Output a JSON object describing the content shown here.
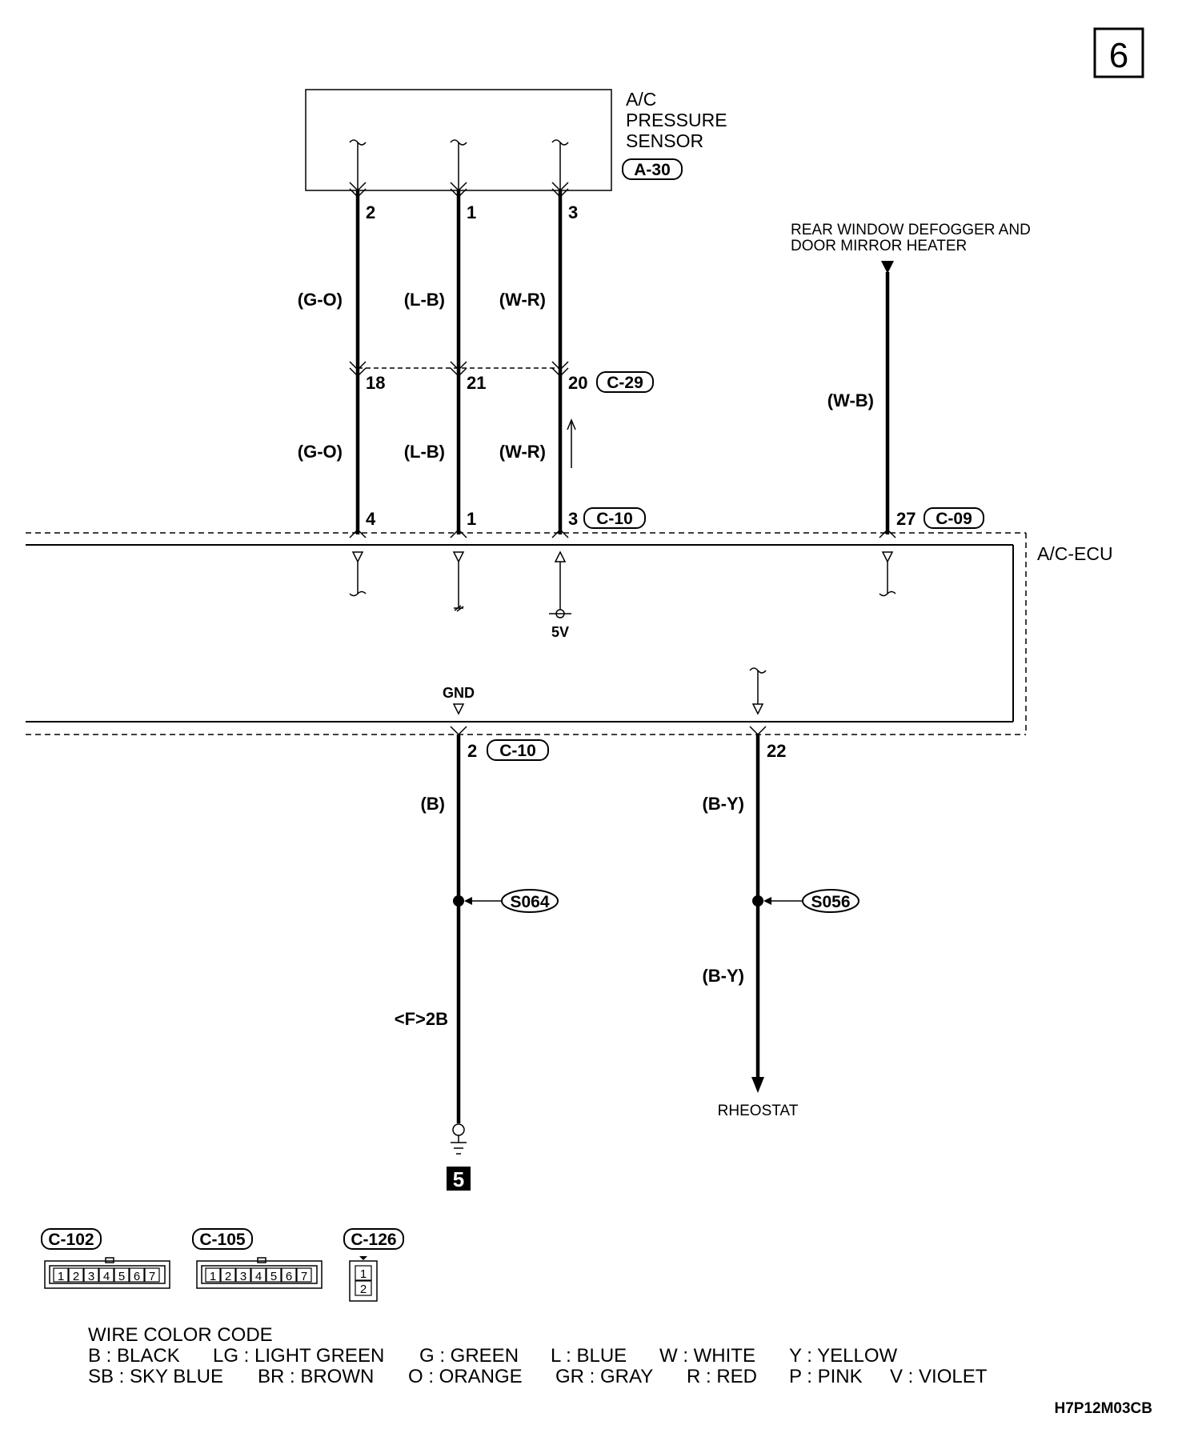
{
  "page_number": "6",
  "sensor": {
    "name_line1": "A/C",
    "name_line2": "PRESSURE",
    "name_line3": "SENSOR",
    "connector": "A-30",
    "pins": [
      "2",
      "1",
      "3"
    ]
  },
  "wires_upper": [
    "(G-O)",
    "(L-B)",
    "(W-R)"
  ],
  "junction": {
    "pins": [
      "18",
      "21",
      "20"
    ],
    "connector": "C-29"
  },
  "wires_lower": [
    "(G-O)",
    "(L-B)",
    "(W-R)"
  ],
  "ecu_pins": [
    "4",
    "1",
    "3"
  ],
  "ecu_connector": "C-10",
  "defogger": {
    "line1": "REAR WINDOW DEFOGGER AND",
    "line2": "DOOR MIRROR HEATER",
    "wire": "(W-B)",
    "pin": "27",
    "connector": "C-09"
  },
  "ecu_label": "A/C-ECU",
  "five_v": "5V",
  "gnd_label": "GND",
  "bottom_left": {
    "pin": "2",
    "connector": "C-10",
    "wire": "(B)",
    "splice": "S064",
    "ref": "<F>2B",
    "ground_ref": "5"
  },
  "bottom_right": {
    "pin": "22",
    "wire1": "(B-Y)",
    "splice": "S056",
    "wire2": "(B-Y)",
    "dest": "RHEOSTAT"
  },
  "connectors_legend": [
    {
      "name": "C-102",
      "pins": [
        "1",
        "2",
        "3",
        "4",
        "5",
        "6",
        "7"
      ]
    },
    {
      "name": "C-105",
      "pins": [
        "1",
        "2",
        "3",
        "4",
        "5",
        "6",
        "7"
      ]
    },
    {
      "name": "C-126",
      "pins": [
        "1",
        "2"
      ]
    }
  ],
  "color_code": {
    "title": "WIRE COLOR CODE",
    "row1": [
      "B : BLACK",
      "LG : LIGHT GREEN",
      "G : GREEN",
      "L : BLUE",
      "W : WHITE",
      "Y : YELLOW"
    ],
    "row2": [
      "SB : SKY BLUE",
      "BR : BROWN",
      "O : ORANGE",
      "GR : GRAY",
      "R : RED",
      "P : PINK",
      "V : VIOLET"
    ]
  },
  "drawing_id": "H7P12M03CB"
}
